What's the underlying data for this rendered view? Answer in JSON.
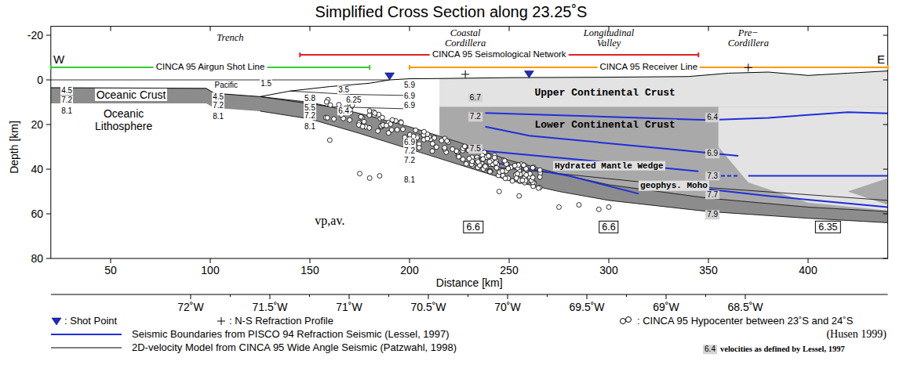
{
  "diagram": {
    "title": "Simplified Cross Section along 23.25˚S",
    "nodes": [
      {
        "text": [
          "6.6"
        ]
      },
      {
        "text": [
          "6.6"
        ]
      },
      {
        "text": [
          "6.35"
        ]
      }
    ],
    "labels": [
      "W",
      "E",
      "Trench",
      "Coastal Cordillera",
      "Longitudinal Valley",
      "Pre− Cordillera",
      "CINCA 95 Airgun Shot Line",
      "CINCA 95 Seismological Network",
      "CINCA 95 Receiver Line",
      "Pacific",
      "1.5",
      "3.5",
      "Oceanic Crust",
      "Oceanic Lithosphere",
      "4.5",
      "7.2",
      "8.1",
      "4.5",
      "7.2",
      "8.1",
      "5.8",
      "5.5",
      "7.2",
      "8.1",
      "6.25",
      "6.4",
      "5.9",
      "6.9",
      "6.9",
      "6.9",
      "7.2",
      "7.2",
      "8.1",
      "6.7",
      "7.2",
      "7.5",
      "Upper Continental Crust",
      "Lower Continental Crust",
      "Hydrated Mantle Wedge",
      "geophys. Moho",
      "6.4",
      "6.9",
      "7.3",
      "7.7",
      "7.9",
      "vp,av.",
      "-20",
      "0",
      "20",
      "40",
      "60",
      "80",
      "50",
      "100",
      "150",
      "200",
      "250",
      "300",
      "350",
      "400",
      "Distance [km]",
      "Depth [km]",
      "72˚W",
      "71.5˚W",
      "71˚W",
      "70.5˚W",
      "70˚W",
      "69.5˚W",
      "69˚W",
      "68.5˚W",
      "(Husen 1999)",
      "6.4"
    ],
    "legend": [
      {
        "text": ": Shot Point"
      },
      {
        "text": ": N-S Refraction Profile"
      },
      {
        "text": ": CINCA 95 Hypocenter between 23˚S and 24˚S"
      },
      {
        "text": "Seismic Boundaries from PISCO 94 Refraction Seismic (Lessel, 1997)"
      },
      {
        "text": "2D-velocity Model from CINCA 95 Wide Angle Seismic (Patzwahl, 1998)"
      },
      {
        "text": "velocities as defined by Lessel, 1997"
      }
    ]
  }
}
